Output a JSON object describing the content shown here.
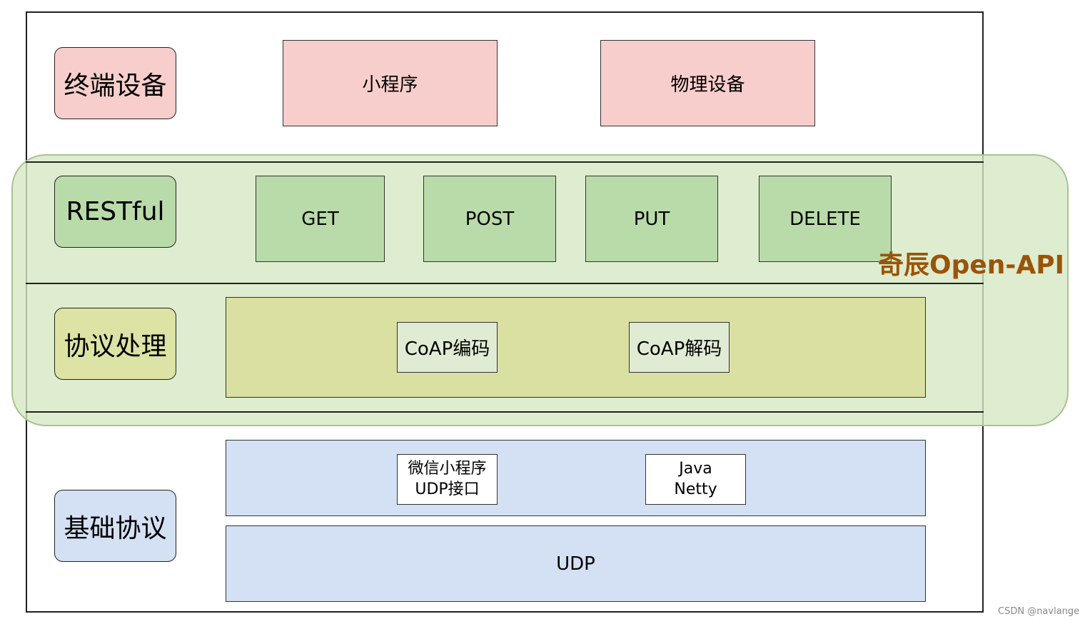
{
  "colors": {
    "terminal": "#f8cecc",
    "restful": "#b9dba9",
    "protocol_panel": "#d9e0a2",
    "protocol_label": "#dce3a4",
    "coap_box": "#e0ebd3",
    "base": "#d4e0f4",
    "overlay_text": "#9a5408"
  },
  "layers": {
    "terminal": {
      "label": "终端设备",
      "items": [
        "小程序",
        "物理设备"
      ]
    },
    "restful": {
      "label": "RESTful",
      "items": [
        "GET",
        "POST",
        "PUT",
        "DELETE"
      ]
    },
    "protocol": {
      "label": "协议处理",
      "items": [
        "CoAP编码",
        "CoAP解码"
      ]
    },
    "base": {
      "label": "基础协议",
      "interfaces": [
        {
          "line1": "微信小程序",
          "line2": "UDP接口"
        },
        {
          "line1": "Java",
          "line2": "Netty"
        }
      ],
      "transport": "UDP"
    }
  },
  "overlay_label": "奇辰Open-API",
  "watermark": "CSDN @navlange"
}
